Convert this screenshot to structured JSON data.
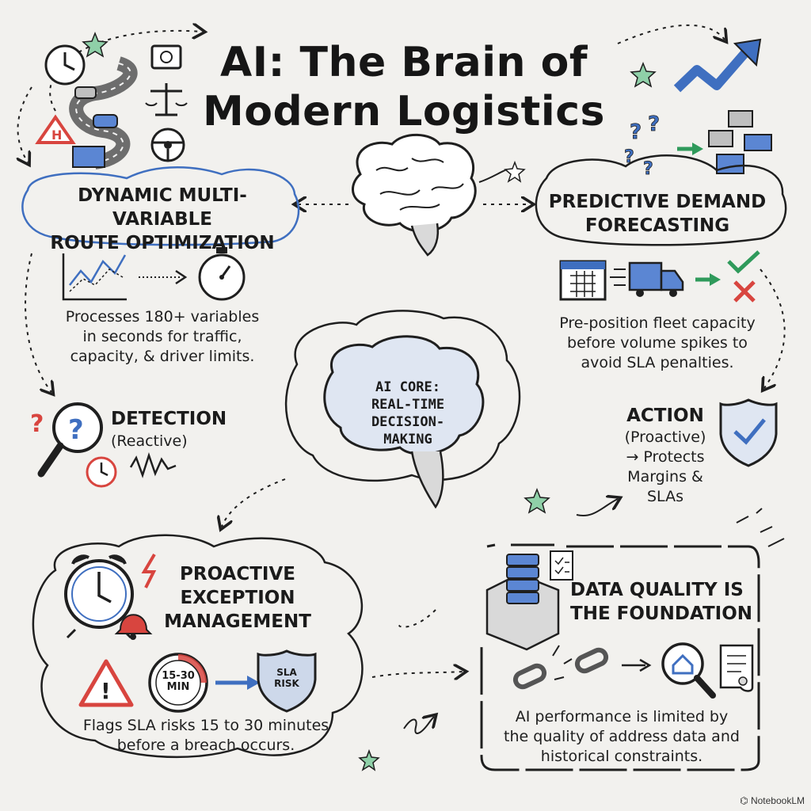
{
  "title": {
    "line1": "AI: The Brain of",
    "line2": "Modern Logistics"
  },
  "route": {
    "heading1": "DYNAMIC MULTI-VARIABLE",
    "heading2": "ROUTE OPTIMIZATION",
    "body1": "Processes 180+ variables",
    "body2": "in seconds for traffic,",
    "body3": "capacity, & driver limits."
  },
  "forecast": {
    "heading1": "PREDICTIVE DEMAND",
    "heading2": "FORECASTING",
    "body1": "Pre-position fleet capacity",
    "body2": "before volume spikes to",
    "body3": "avoid SLA penalties."
  },
  "core": {
    "line1": "AI CORE:",
    "line2": "REAL-TIME",
    "line3": "DECISION-",
    "line4": "MAKING"
  },
  "detection": {
    "heading": "DETECTION",
    "sub": "(Reactive)"
  },
  "action": {
    "heading": "ACTION",
    "line1": "(Proactive)",
    "line2": "→ Protects",
    "line3": "Margins & SLAs"
  },
  "exception": {
    "heading1": "PROACTIVE",
    "heading2": "EXCEPTION",
    "heading3": "MANAGEMENT",
    "timer1": "15-30",
    "timer2": "MIN",
    "badge1": "SLA",
    "badge2": "RISK",
    "body1": "Flags SLA risks 15 to 30 minutes",
    "body2": "before a breach occurs."
  },
  "data_quality": {
    "heading1": "DATA QUALITY IS",
    "heading2": "THE FOUNDATION",
    "body1": "AI performance is limited by",
    "body2": "the quality of address data and",
    "body3": "historical constraints."
  },
  "branding": "NotebookLM",
  "colors": {
    "blue": "#3f6fc0",
    "red": "#d8453f",
    "green": "#2f9a5b",
    "ink": "#1f1f1f"
  }
}
